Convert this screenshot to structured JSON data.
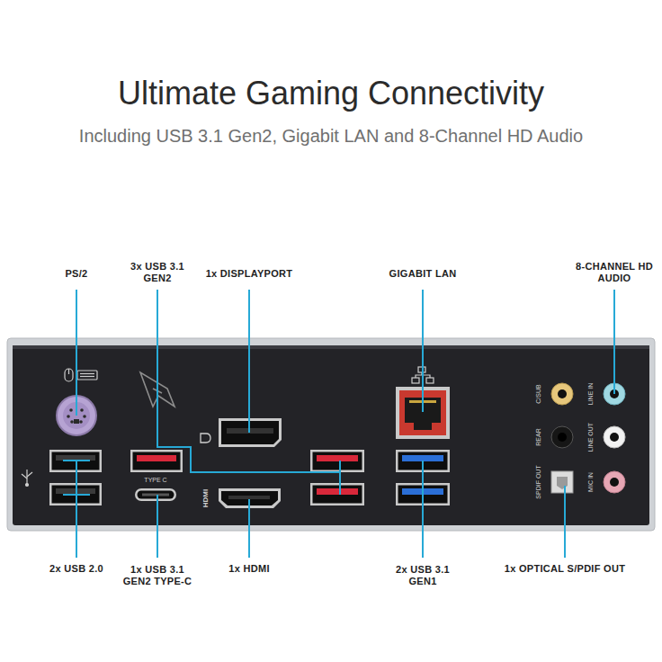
{
  "diagram": {
    "title": "Ultimate Gaming Connectivity",
    "labels": [
      "Including USB 3.1 Gen2, Gigabit LAN and 8-Channel HD Audio",
      "PS/2",
      "3x USB 3.1 GEN2",
      "1x DISPLAYPORT",
      "GIGABIT LAN",
      "8-CHANNEL HD AUDIO",
      "TYPE C",
      "HDMI",
      "C/SUB",
      "REAR",
      "SPDIF OUT",
      "LINE IN",
      "LINE OUT",
      "MIC IN",
      "2x USB 2.0",
      "1x USB 3.1 GEN2 TYPE-C",
      "1x HDMI",
      "2x USB 3.1 GEN1",
      "1x OPTICAL S/PDIF OUT"
    ]
  }
}
